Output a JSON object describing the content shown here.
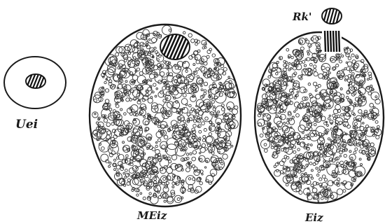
{
  "figure": {
    "labels": {
      "primordial_egg": "Uei",
      "maturing_egg": "MEiz",
      "mature_egg": "Eiz",
      "polar_body": "Rk'"
    }
  }
}
